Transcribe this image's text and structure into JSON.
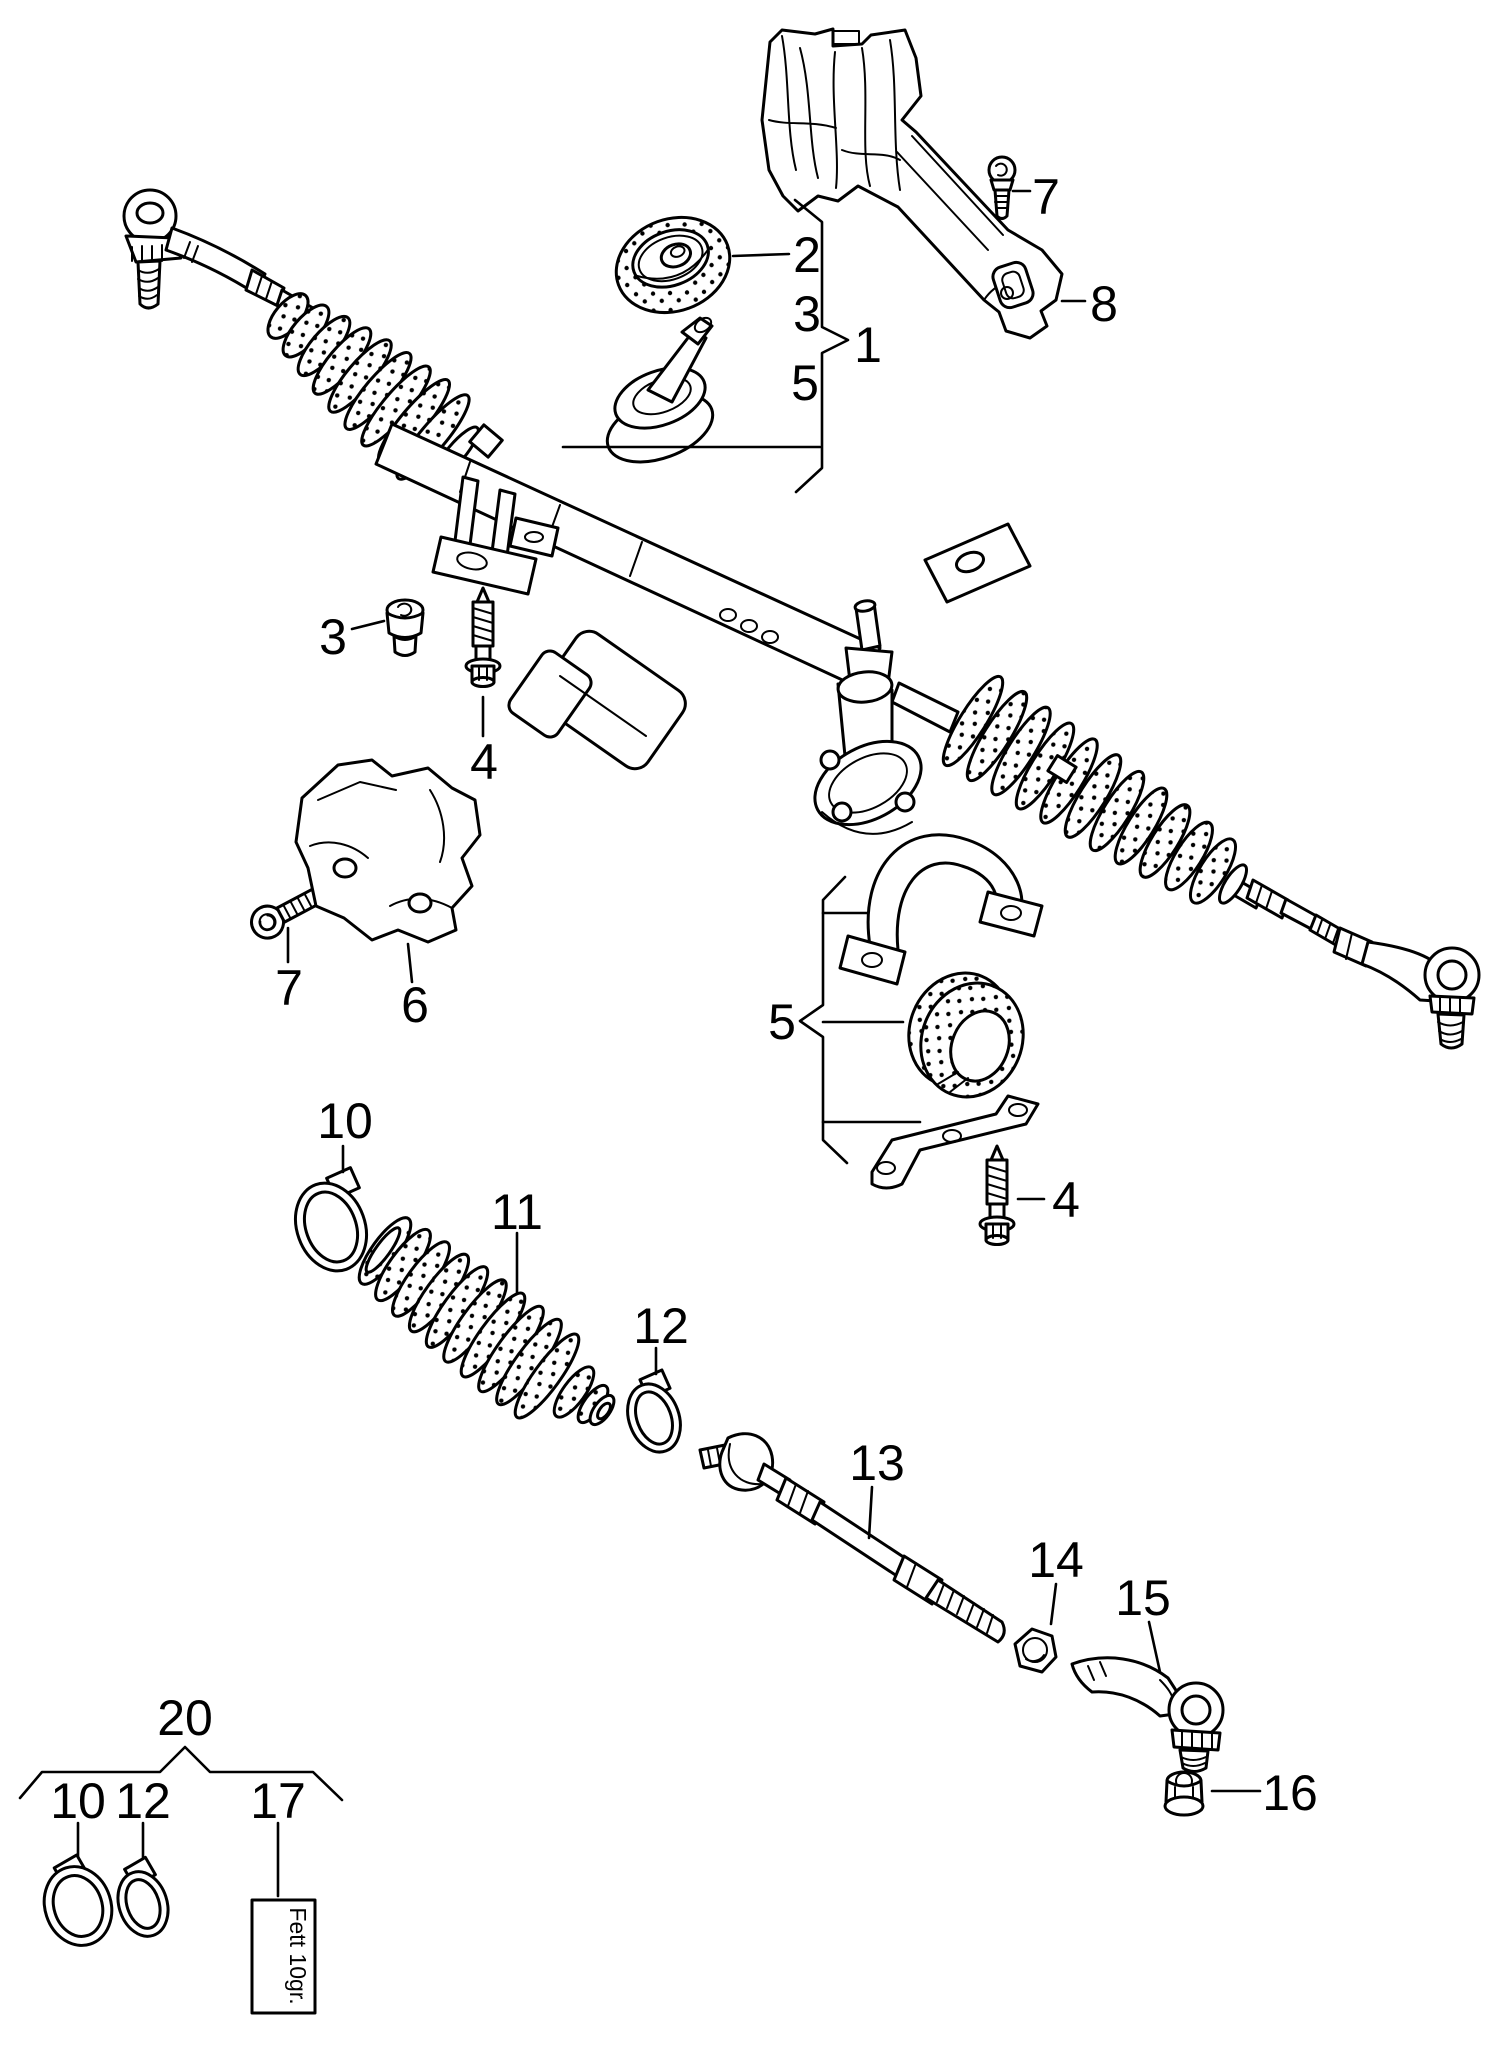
{
  "diagram": {
    "kind": "exploded-parts-diagram",
    "background_color": "#ffffff",
    "line_color": "#000000",
    "callouts": [
      {
        "text": "2"
      },
      {
        "text": "3"
      },
      {
        "text": "5"
      },
      {
        "text": "1"
      },
      {
        "text": "3"
      },
      {
        "text": "4"
      },
      {
        "text": "7"
      },
      {
        "text": "8"
      },
      {
        "text": "7"
      },
      {
        "text": "6"
      },
      {
        "text": "5"
      },
      {
        "text": "4"
      },
      {
        "text": "10"
      },
      {
        "text": "11"
      },
      {
        "text": "12"
      },
      {
        "text": "13"
      },
      {
        "text": "14"
      },
      {
        "text": "15"
      },
      {
        "text": "16"
      },
      {
        "text": "20"
      },
      {
        "text": "10"
      },
      {
        "text": "12"
      },
      {
        "text": "17"
      }
    ],
    "fett_box": {
      "label": "Fett 10gr."
    }
  }
}
